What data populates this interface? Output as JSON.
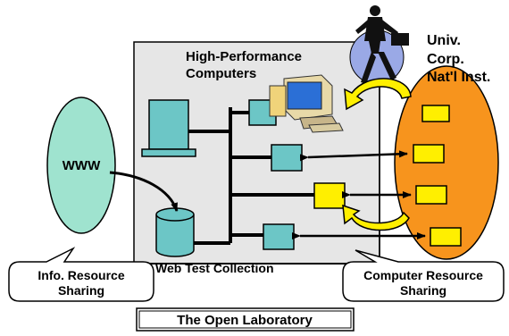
{
  "labels": {
    "hpc_line1": "High-Performance",
    "hpc_line2": "Computers",
    "affiliations": [
      "Univ.",
      "Corp.",
      "Nat'l Inst."
    ],
    "www": "WWW",
    "web_collection": "Web Test Collection",
    "info_sharing": [
      "Info. Resource",
      "Sharing"
    ],
    "computer_sharing": [
      "Computer Resource",
      "Sharing"
    ],
    "title": "The Open Laboratory"
  },
  "colors": {
    "panel_fill": "#e6e6e6",
    "node_fill": "#6cc6c6",
    "accent_yellow": "#ffef00",
    "orange_ellipse": "#f7941d",
    "www_fill": "#9fe3cf",
    "person_circle": "#9aa9e6"
  },
  "icons": [
    "desktop-computer-icon",
    "walking-businessman-icon",
    "database-cylinder-icon"
  ]
}
